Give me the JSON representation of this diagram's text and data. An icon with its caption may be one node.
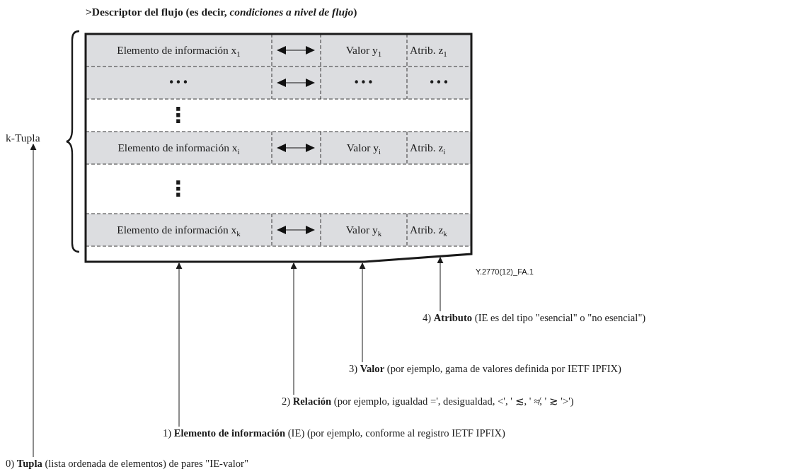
{
  "diagram": {
    "nodes": [
      {
        "text": [
          ">Descriptor del flujo (es decir, *condiciones a nivel de flujo*)"
        ]
      },
      {
        "text": [
          "k-Tupla"
        ]
      },
      {
        "text": [
          "4) **Atributo** (IE es del tipo \"esencial\" o \"no esencial\")"
        ]
      },
      {
        "text": [
          "3) **Valor** (por ejemplo, gama de valores definida por IETF IPFIX)"
        ]
      },
      {
        "text": [
          "2) **Relación** (por ejemplo, igualdad =', desigualdad, <', ' ≲, ' ≉, ' ≳ '>')"
        ]
      },
      {
        "text": [
          "1) **Elemento de información** (IE) (por ejemplo, conforme al registro IETF IPFIX)"
        ]
      },
      {
        "text": [
          "0) **Tupla** (lista ordenada de elementos) de pares \"IE-valor\""
        ]
      }
    ],
    "edges": [
      {
        "from": 6,
        "to": 1,
        "arrow": "to"
      },
      {
        "from": 5,
        "to": 0,
        "arrow": "to"
      },
      {
        "from": 4,
        "to": 0,
        "arrow": "to"
      },
      {
        "from": 3,
        "to": 0,
        "arrow": "to"
      },
      {
        "from": 2,
        "to": 0,
        "arrow": "to"
      }
    ],
    "labels": [
      "Elemento de información x$_{1}$",
      "Valor y$_{1}$",
      "Atrib. z$_{1}$",
      "•••",
      "•••",
      "•••",
      "⋮",
      "Elemento de información x$_{i}$",
      "Valor y$_{i}$",
      "Atrib. z$_{i}$",
      "⋮",
      "Elemento de información x$_{k}$",
      "Valor y$_{k}$",
      "Atrib. z$_{k}$",
      "Y.2770(12)_FA.1"
    ]
  }
}
